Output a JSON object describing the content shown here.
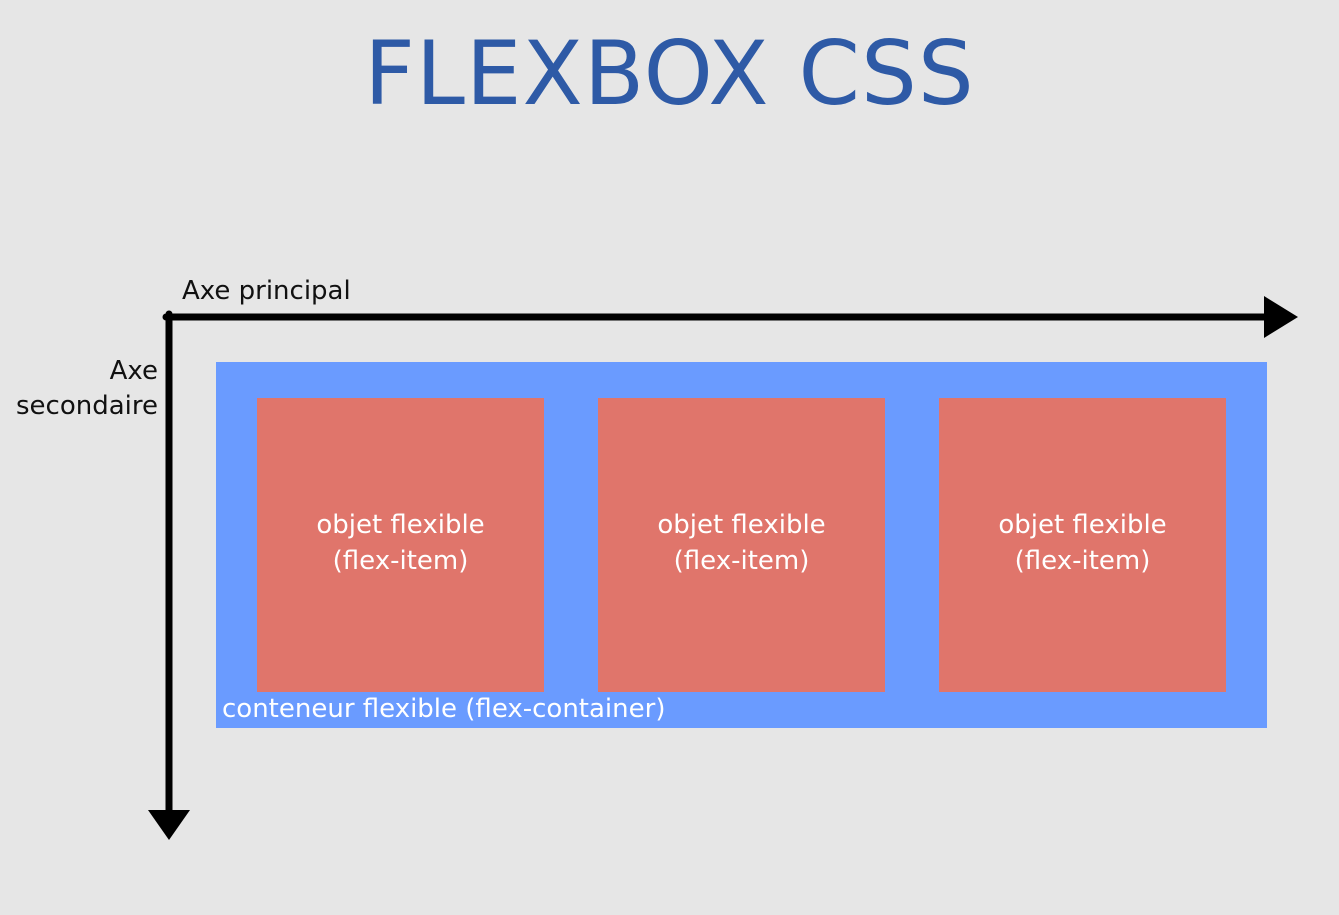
{
  "title": "FLEXBOX CSS",
  "axes": {
    "main_label": "Axe principal",
    "cross_label_line1": "Axe",
    "cross_label_line2": "secondaire",
    "color": "#000000"
  },
  "container": {
    "label": "conteneur flexible (flex-container)",
    "color": "#6a9bff"
  },
  "items": [
    {
      "line1": "objet flexible",
      "line2": "(flex-item)"
    },
    {
      "line1": "objet flexible",
      "line2": "(flex-item)"
    },
    {
      "line1": "objet flexible",
      "line2": "(flex-item)"
    }
  ],
  "colors": {
    "background": "#e6e6e6",
    "title": "#2e5aa6",
    "item": "#e0756b"
  }
}
